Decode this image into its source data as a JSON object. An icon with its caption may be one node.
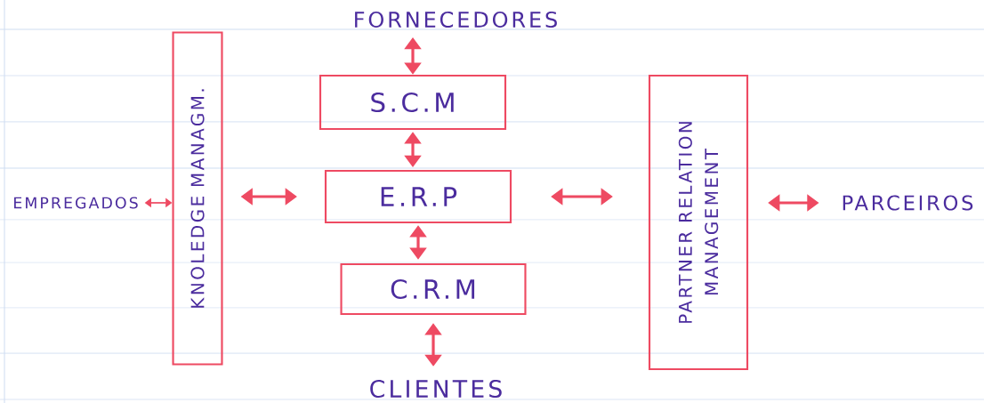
{
  "diagram": {
    "nodes": [
      {
        "text": [
          "FORNECEDORES"
        ]
      },
      {
        "text": [
          "S.C.M"
        ]
      },
      {
        "text": [
          "KNOLEDGE MANAGM."
        ]
      },
      {
        "text": [
          "PARTNER RELATION MANAGEMENT"
        ]
      },
      {
        "text": [
          "EMPREGADOS"
        ]
      },
      {
        "text": [
          "E.R.P"
        ]
      },
      {
        "text": [
          "PARCEIROS"
        ]
      },
      {
        "text": [
          "C.R.M"
        ]
      },
      {
        "text": [
          "CLIENTES"
        ]
      }
    ],
    "edges": [
      {
        "from": 0,
        "to": 1,
        "arrow": "both"
      },
      {
        "from": 1,
        "to": 5,
        "arrow": "both"
      },
      {
        "from": 4,
        "to": 2,
        "arrow": "both"
      },
      {
        "from": 2,
        "to": 5,
        "arrow": "both"
      },
      {
        "from": 5,
        "to": 3,
        "arrow": "both"
      },
      {
        "from": 3,
        "to": 6,
        "arrow": "both"
      },
      {
        "from": 5,
        "to": 7,
        "arrow": "both"
      },
      {
        "from": 7,
        "to": 8,
        "arrow": "both"
      }
    ]
  }
}
